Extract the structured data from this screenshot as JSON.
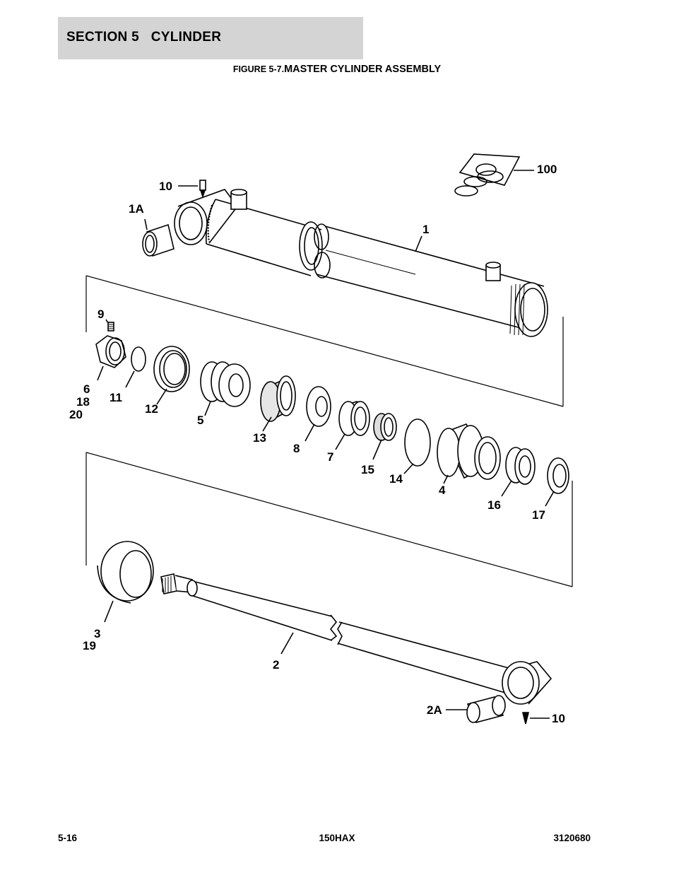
{
  "header": {
    "section": "SECTION 5   CYLINDER"
  },
  "figure": {
    "prefix": "FIGURE 5-7.",
    "title": "MASTER CYLINDER ASSEMBLY"
  },
  "callouts": {
    "c100": "100",
    "c10_top": "10",
    "c1A": "1A",
    "c1": "1",
    "c9": "9",
    "c6": "6",
    "c18": "18",
    "c20": "20",
    "c11": "11",
    "c12": "12",
    "c5": "5",
    "c13": "13",
    "c8": "8",
    "c7": "7",
    "c15": "15",
    "c14": "14",
    "c4": "4",
    "c16": "16",
    "c17": "17",
    "c3": "3",
    "c19": "19",
    "c2": "2",
    "c2A": "2A",
    "c10_bottom": "10"
  },
  "footer": {
    "left": "5-16",
    "center": "150HAX",
    "right": "3120680"
  }
}
